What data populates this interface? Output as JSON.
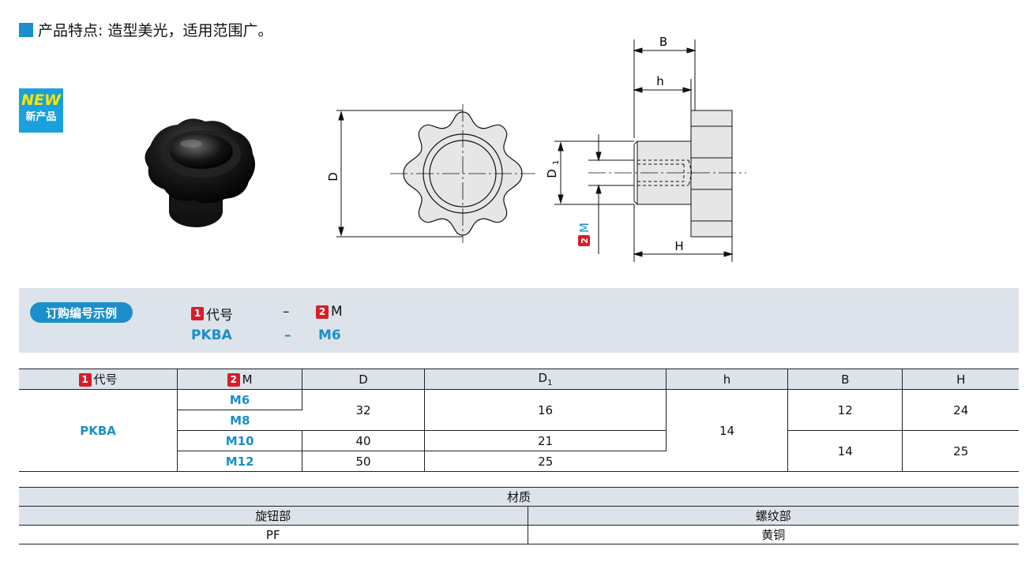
{
  "feature": {
    "label": "产品特点",
    "text": ": 造型美光，适用范围广。"
  },
  "badge": {
    "line1": "NEW",
    "line2": "新产品"
  },
  "drawing": {
    "labels": {
      "B": "B",
      "h": "h",
      "D": "D",
      "D1": "D",
      "D1_sub": "1",
      "H": "H",
      "M": "M",
      "M_num": "2"
    }
  },
  "ordering": {
    "title": "订购编号示例",
    "col1_num": "1",
    "col1_label": "代号",
    "dash": "–",
    "col2_num": "2",
    "col2_label": "M",
    "example_code": "PKBA",
    "example_dash": "–",
    "example_m": "M6"
  },
  "spec_table": {
    "headers": {
      "code_num": "1",
      "code": "代号",
      "m_num": "2",
      "m": "M",
      "D": "D",
      "D1": "D",
      "D1_sub": "1",
      "h": "h",
      "B": "B",
      "H": "H"
    },
    "code": "PKBA",
    "m_values": [
      "M6",
      "M8",
      "M10",
      "M12"
    ],
    "D": [
      "32",
      "40",
      "50"
    ],
    "D1": [
      "16",
      "21",
      "25"
    ],
    "h": "14",
    "B": [
      "12",
      "14"
    ],
    "H": [
      "24",
      "25"
    ]
  },
  "material_table": {
    "title": "材质",
    "col1": "旋钮部",
    "col2": "螺纹部",
    "val1": "PF",
    "val2": "黄铜"
  },
  "colors": {
    "accent": "#1a8fc9",
    "red": "#d61e2b",
    "panel": "#dde3ea"
  }
}
